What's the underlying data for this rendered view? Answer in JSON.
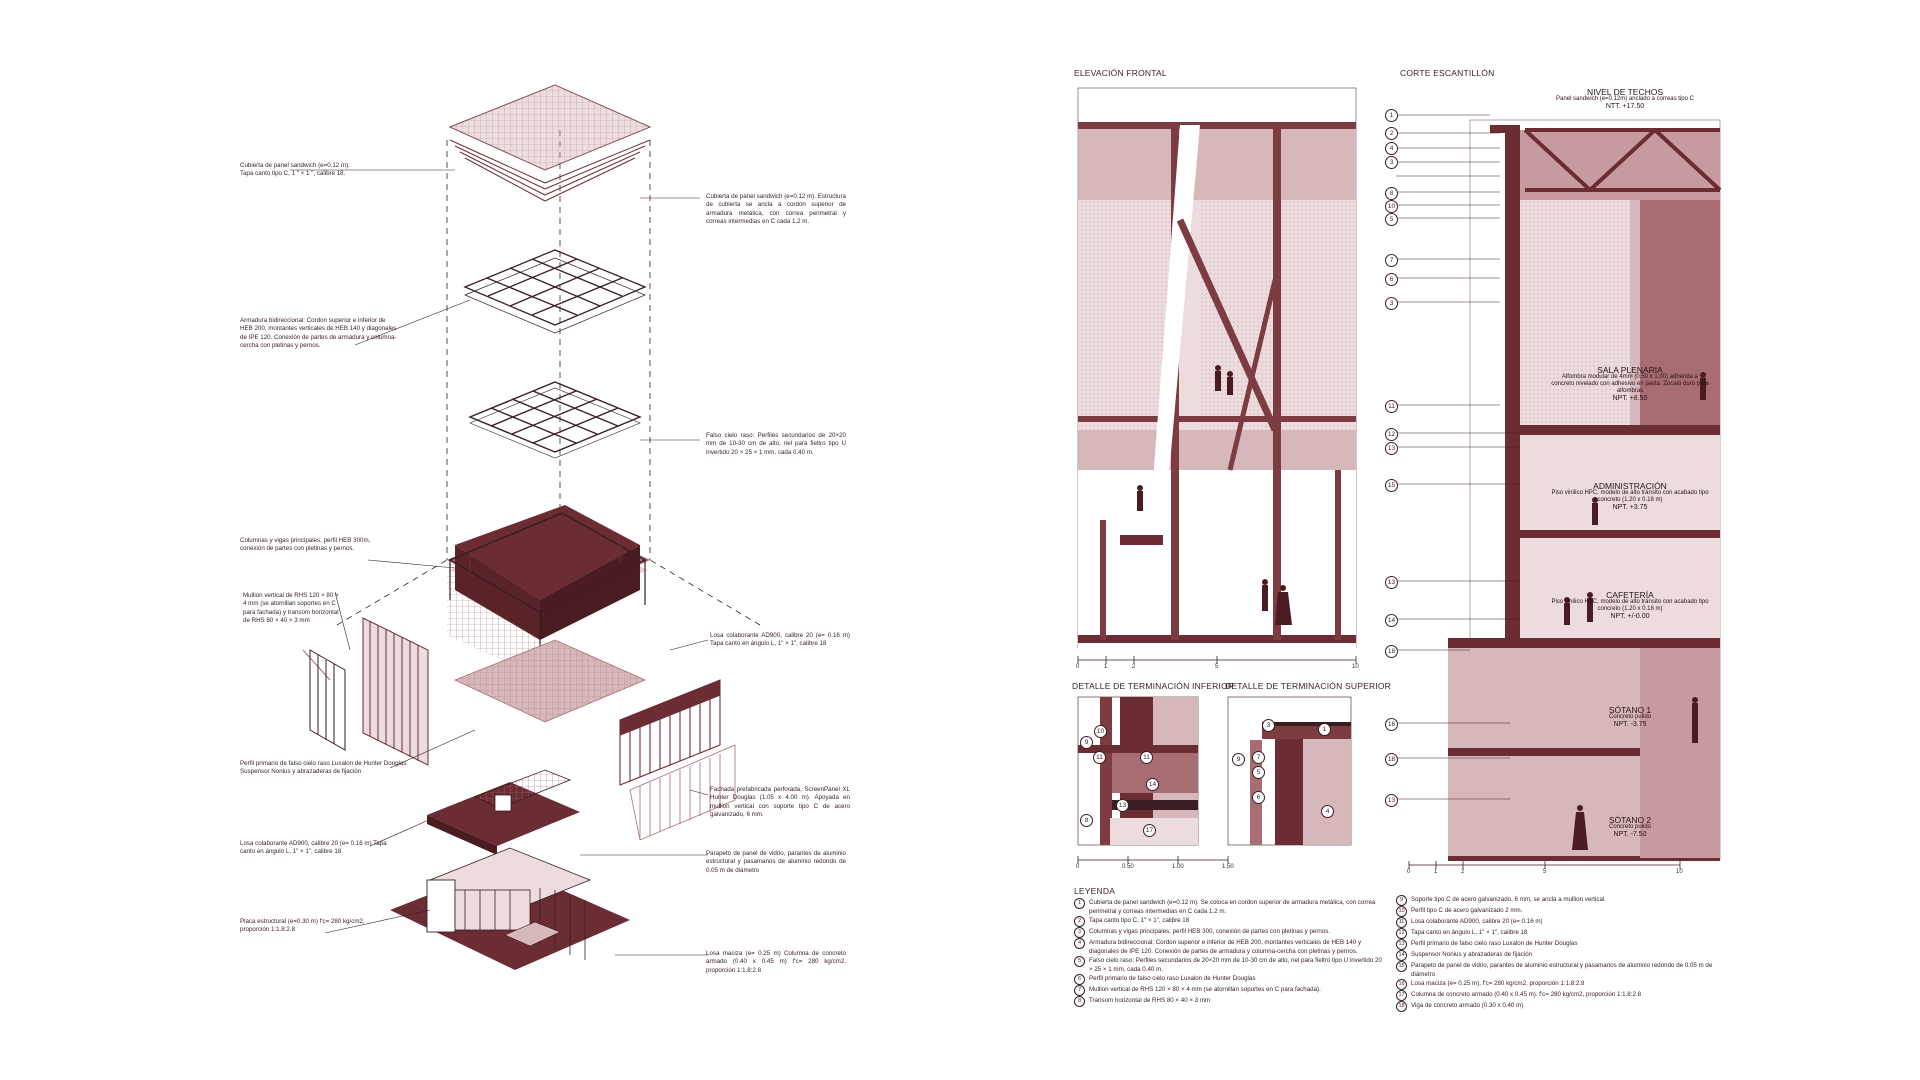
{
  "palette": {
    "maroon": "#6b2c33",
    "mid": "#a86d72",
    "light": "#d7b8ba",
    "pale": "#ecdcdd",
    "ink": "#3a1e22"
  },
  "left_annotations": {
    "a1": "Cubierta de panel sandwich (e=0.12 m). Tapa canto tipo C, 1 \" × 1 \", calibre 18.",
    "a2": "Armadura bidireccional: Cordon superior e inferior de HEB 200, montantes verticales de HEB 140 y diagonales de IPE 120. Conexión de partes de armadura y columna-cercha con pletinas y pernos.",
    "a3": "Columnas y vigas principales, perfil HEB 300m, conexión de partes con pletinas y pernos.",
    "a4": "Mullion vertical de RHS 120 × 80 × 4 mm (se atornillan soportes en C para fachada) y transom horizontal de RHS 80 × 40 × 3 mm",
    "a5": "Perfil primario de falso cielo raso Luxalon de Hunter Douglas Suspensor Nonius y abrazaderas de fijación",
    "a6": "Losa colaborante AD900, calibre 20 (e= 0.16 m) Tapa canto en ángulo L, 1\" × 1\", calibre 18",
    "a7": "Placa estructural (e=0.30 m) f'c= 280 kg/cm2, proporción 1:1.8:2.8"
  },
  "right_annotations": {
    "b1": "Cubierta de panel sandwich (e=0.12 m). Estructura de cubierta se ancla a cordon superior de armadura metálica, con correa perimetral y correas intermedias en C cada 1.2 m.",
    "b2": "Falso cielo raso: Perfiles secundarios de 20×20 mm de 10-30 cm de alto, riel para fieltro tipo U invertido 20 × 25 × 1 mm, cada 0.40 m.",
    "b3": "Losa colaborante AD900, calibre 20 (e= 0.16 m) Tapa canto en ángulo L, 1\" × 1\", calibre 18",
    "b4": "Fachada prefabricada perforada, ScreenPanel XL Hunter Douglas (1.05 x 4.00 m). Apoyada en mullion vertical con soporte tipo C de acero galvanizado, 6 mm.",
    "b5": "Parapeto de panel de vidrio, parantes de aluminio estructural y pasamanos de aluminio redondo de 0.05 m de diámetro",
    "b6": "Losa maciza (e= 0.25 m) Columna de concreto armado (0.40 x 0.45 m) f'c= 280 kg/cm2, proporción 1:1.8:2.8"
  },
  "titles": {
    "elevation": "ELEVACIÓN FRONTAL",
    "section": "CORTE ESCANTILLÓN",
    "detail_lower": "DETALLE DE TERMINACIÓN INFERIOR",
    "detail_upper": "DETALLE DE TERMINACIÓN SUPERIOR",
    "legend": "LEYENDA"
  },
  "levels": {
    "roof_name": "NIVEL DE TECHOS",
    "roof_desc": "Panel sandwich (e=0.12m) anclado a correas tipo C",
    "roof_npt": "NTT. +17.50",
    "plenary_name": "SALA PLENARIA",
    "plenary_desc": "Alfombra modular de 4mm (0.50 x 1.00) adherida a concreto nivelado con adhesivo en pasta. Zocalo duro para alfombras",
    "plenary_npt": "NPT. +8.50",
    "admin_name": "ADMINISTRACIÓN",
    "admin_desc": "Piso vinilico HPC, modelo de alto tránsito con acabado tipo concreto (1.20 x 0.18 m)",
    "admin_npt": "NPT. +3.75",
    "cafe_name": "CAFETERÍA",
    "cafe_desc": "Piso vinilico HPC, modelo de alto tránsito con acabado tipo concreto (1.20 x 0.18 m)",
    "cafe_npt": "NPT. +/-0.00",
    "sot1_name": "SÓTANO 1",
    "sot1_desc": "Concreto pulido",
    "sot1_npt": "NPT. -3.75",
    "sot2_name": "SÓTANO 2",
    "sot2_desc": "Concreto pulido",
    "sot2_npt": "NPT. -7.50"
  },
  "scales": {
    "elev": [
      "0",
      "1",
      "2",
      "5",
      "10"
    ],
    "detail": [
      "0",
      "0.50",
      "1.00",
      "1.50"
    ],
    "section": [
      "0",
      "1",
      "2",
      "5",
      "10"
    ]
  },
  "section_callouts": [
    "1",
    "2",
    "4",
    "3",
    "8",
    "10",
    "5",
    "7",
    "6",
    "3",
    "11",
    "12",
    "13",
    "15",
    "13",
    "14",
    "18",
    "16",
    "18",
    "13"
  ],
  "detail_lower_callouts": [
    "10",
    "9",
    "11",
    "11",
    "14",
    "13",
    "17",
    "8"
  ],
  "detail_upper_callouts": [
    "3",
    "1",
    "9",
    "7",
    "5",
    "6",
    "4"
  ],
  "legend_left": [
    {
      "k": "1",
      "t": "Cubierta de panel sandwich (e=0.12 m). Se coloca en cordon superior de armadura metálica, con correa perimetral y correas intermedias en C cada 1.2 m."
    },
    {
      "k": "2",
      "t": "Tapa canto tipo C, 1\" × 1\", calibre 18"
    },
    {
      "k": "3",
      "t": "Columnas y vigas principales, perfil HEB 300, conexión de partes con pletinas y pernos."
    },
    {
      "k": "4",
      "t": "Armadura bidireccional: Cordon superior e inferior de HEB 200, montantes verticales de HEB 140 y diagonales de IPE 120. Conexión de partes de armadura y columna-cercha con pletinas y pernos."
    },
    {
      "k": "5",
      "t": "Falso cielo raso: Perfiles secundarios de 20×20 mm de 10-30 cm de alto, riel para fieltro tipo U invertido 20 × 25 × 1 mm, cada 0.40 m."
    },
    {
      "k": "6",
      "t": "Perfil primario de falso cielo raso Luxalon de Hunter Douglas"
    },
    {
      "k": "7",
      "t": "Mullion vertical de RHS 120 × 80 × 4 mm (se atornillan soportes en C para fachada)."
    },
    {
      "k": "8",
      "t": "Transom horizontal de RHS 80 × 40 × 3 mm"
    }
  ],
  "legend_right": [
    {
      "k": "9",
      "t": "Soporte tipo C de acero galvanizado, 6 mm, se ancla a mullion vertical."
    },
    {
      "k": "10",
      "t": "Perfil tipo C de acero galvanizado 2 mm."
    },
    {
      "k": "11",
      "t": "Losa colaborante AD900, calibre 20 (e= 0.16 m)"
    },
    {
      "k": "12",
      "t": "Tapa canto en ángulo L, 1\" × 1\", calibre 18"
    },
    {
      "k": "13",
      "t": "Perfil primario de falso cielo raso Luxalon de Hunter Douglas"
    },
    {
      "k": "14",
      "t": "Suspensor Nonius y abrazaderas de fijación"
    },
    {
      "k": "15",
      "t": "Parapeto de panel de vidrio, parantes de aluminio estructural y pasamanos de aluminio redondo de 0.05 m de diámetro"
    },
    {
      "k": "16",
      "t": "Losa maciza (e= 0.25 m). f'c= 280 kg/cm2, proporción 1:1.8:2.8"
    },
    {
      "k": "17",
      "t": "Columna de concreto armado (0.40 x 0.45 m). f'c= 280 kg/cm2, proporción 1:1.8:2.8"
    },
    {
      "k": "18",
      "t": "Viga de concreto armado (0.30 x 0.40 m)"
    }
  ]
}
